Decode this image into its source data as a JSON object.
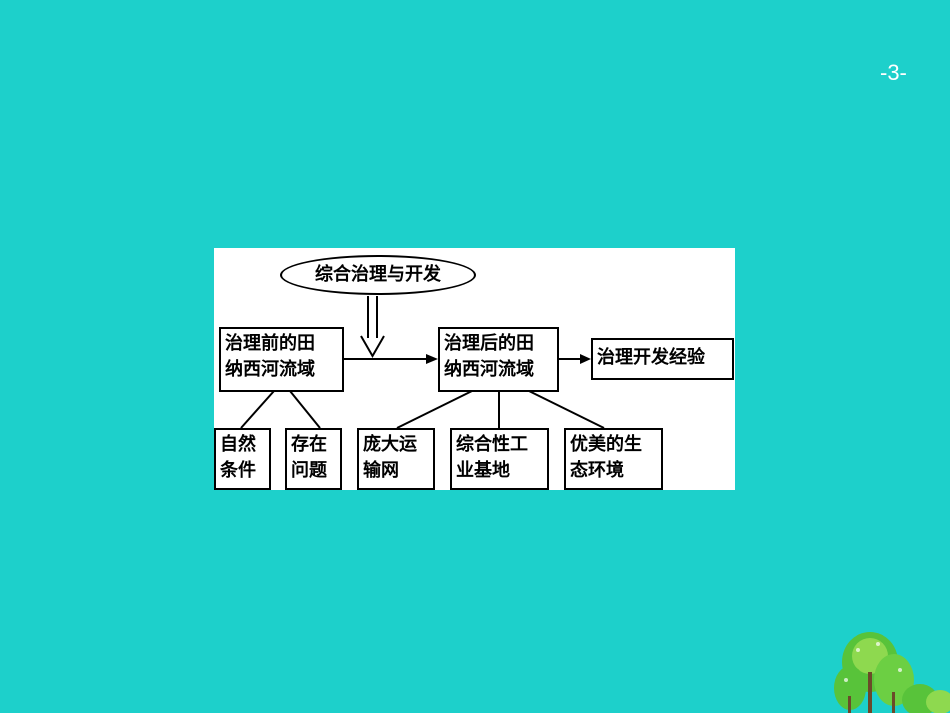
{
  "page_number": "-3-",
  "diagram": {
    "top_oval": "综合治理与开发",
    "before": {
      "line1": "治理前的田",
      "line2": "纳西河流域"
    },
    "after": {
      "line1": "治理后的田",
      "line2": "纳西河流域"
    },
    "experience": "治理开发经验",
    "before_children": [
      {
        "line1": "自然",
        "line2": "条件"
      },
      {
        "line1": "存在",
        "line2": "问题"
      }
    ],
    "after_children": [
      {
        "line1": "庞大运",
        "line2": "输网"
      },
      {
        "line1": "综合性工",
        "line2": "业基地"
      },
      {
        "line1": "优美的生",
        "line2": "态环境"
      }
    ]
  },
  "colors": {
    "background": "#1dd0cb",
    "tree_green": "#58c33a",
    "tree_light": "#8ed94f"
  },
  "decoration_icon": "trees-icon"
}
